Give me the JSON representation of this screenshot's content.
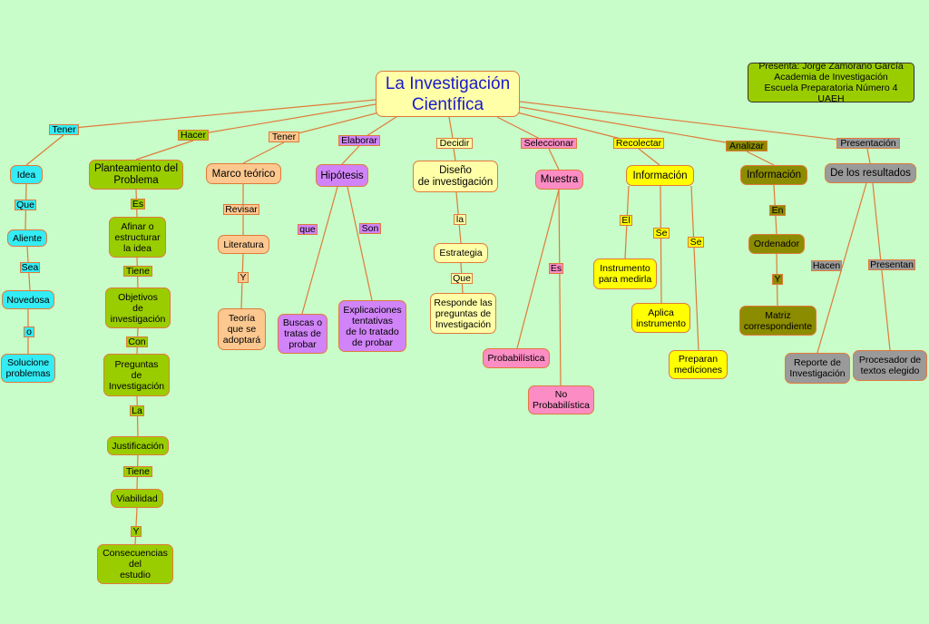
{
  "diagram": {
    "root": "La Investigación\nCientífica",
    "credits": "Presenta: Jorge Zamorano García\nAcademia de Investigación\nEscuela Preparatoria Número 4 UAEH",
    "branch_labels": {
      "tener1": "Tener",
      "hacer": "Hacer",
      "tener2": "Tener",
      "elaborar": "Elaborar",
      "decidir": "Decidir",
      "seleccionar": "Seleccionar",
      "recolectar": "Recolectar",
      "analizar": "Analizar",
      "presentacion": "Presentación"
    },
    "col1": {
      "idea": "Idea",
      "que": "Que",
      "aliente": "Aliente",
      "sea": "Sea",
      "novedosa": "Novedosa",
      "o": "o",
      "solucione": "Solucione\nproblemas"
    },
    "col2": {
      "planteamiento": "Planteamiento del\nProblema",
      "es": "Es",
      "afinar": "Afinar o\nestructurar\nla idea",
      "tiene1": "Tiene",
      "objetivos": "Objetivos\nde\ninvestigación",
      "con": "Con",
      "preguntas": "Preguntas\nde\nInvestigación",
      "la": "La",
      "justificacion": "Justificación",
      "tiene2": "Tiene",
      "viabilidad": "Viabilidad",
      "y": "Y",
      "consecuencias": "Consecuencias\ndel\nestudio"
    },
    "col3": {
      "marco": "Marco teórico",
      "revisar": "Revisar",
      "literatura": "Literatura",
      "y": "Y",
      "teoria": "Teoría\nque se\nadoptará"
    },
    "col4": {
      "hipotesis": "Hipótesis",
      "que": "que",
      "son": "Son",
      "buscas": "Buscas o\ntratas de\nprobar",
      "explicaciones": "Explicaciones\ntentativas\nde lo tratado\nde probar"
    },
    "col5": {
      "diseno": "Diseño\nde investigación",
      "la": "la",
      "estrategia": "Estrategia",
      "que": "Que",
      "responde": "Responde las\npreguntas de\nInvestigación"
    },
    "col6": {
      "muestra": "Muestra",
      "es": "Es",
      "probabilistica": "Probabilística",
      "no_probabilistica": "No\nProbabilística"
    },
    "col7": {
      "informacion": "Información",
      "el": "El",
      "se1": "Se",
      "se2": "Se",
      "instrumento": "Instrumento\npara medirla",
      "aplica": "Aplica\ninstrumento",
      "preparan": "Preparan\nmediciones"
    },
    "col8": {
      "informacion": "Información",
      "en": "En",
      "ordenador": "Ordenador",
      "y": "Y",
      "matriz": "Matriz\ncorrespondiente"
    },
    "col9": {
      "resultados": "De los resultados",
      "hacen": "Hacen",
      "presentan": "Presentan",
      "reporte": "Reporte de\nInvestigación",
      "procesador": "Procesador de\ntextos elegido"
    }
  },
  "colors": {
    "background": "#c8fcc8",
    "line": "#e07a3a",
    "root_text": "#1a1acc"
  }
}
